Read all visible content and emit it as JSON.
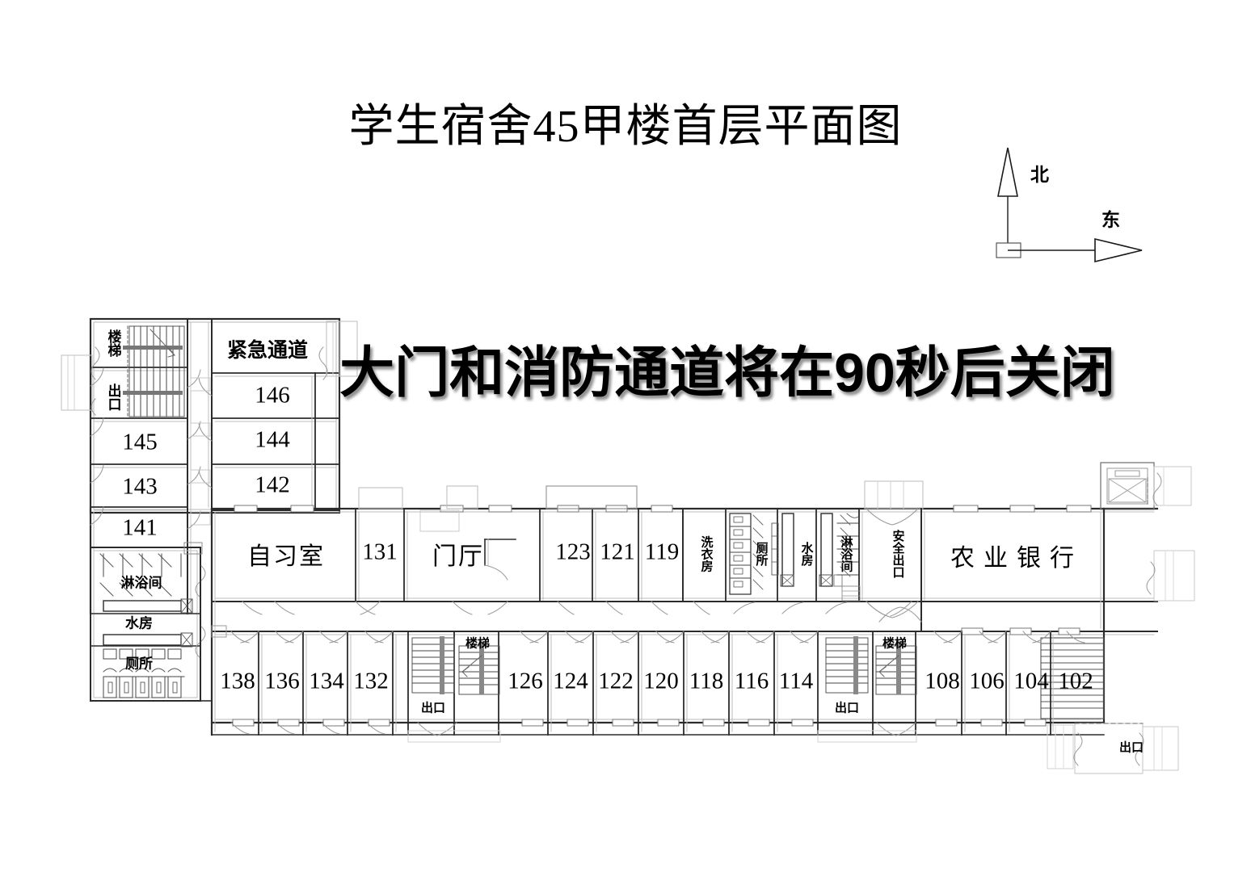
{
  "title": "学生宿舍45甲楼首层平面图",
  "warning": {
    "text": "大门和消防通道将在90秒后关闭",
    "seconds": "90"
  },
  "compass": {
    "north_label": "北",
    "east_label": "东"
  },
  "colors": {
    "wall_dark": "#2b2b2b",
    "wall_light": "#b8b8b8",
    "background": "#ffffff",
    "text": "#000000",
    "shadow": "#6e6e6e"
  },
  "left_wing": {
    "stair_label": "楼梯",
    "exit_label": "出口",
    "emergency_label": "紧急通道",
    "west_rooms": [
      "145",
      "143",
      "141"
    ],
    "east_rooms": [
      "146",
      "144",
      "142"
    ],
    "service": {
      "shower": "淋浴间",
      "water": "水房",
      "toilet": "厕所"
    }
  },
  "main_corridor": {
    "study_room": "自习室",
    "room_131": "131",
    "lobby": "门厅",
    "rooms": [
      "123",
      "121",
      "119"
    ],
    "laundry": "洗衣房",
    "toilet": "厕所",
    "water_room": "水房",
    "shower_room": "淋浴间",
    "safety_exit": "安全出口",
    "bank": "农业银行"
  },
  "south_rooms": {
    "block_west": [
      "138",
      "136",
      "134",
      "132"
    ],
    "stair_west": {
      "stair_label": "楼梯",
      "exit_label": "出口"
    },
    "block_mid": [
      "126",
      "124",
      "122",
      "120",
      "118",
      "116",
      "114"
    ],
    "stair_east": {
      "stair_label": "楼梯",
      "exit_label": "出口"
    },
    "block_east": [
      "108",
      "106",
      "104",
      "102"
    ],
    "exit_corner": "出口"
  }
}
